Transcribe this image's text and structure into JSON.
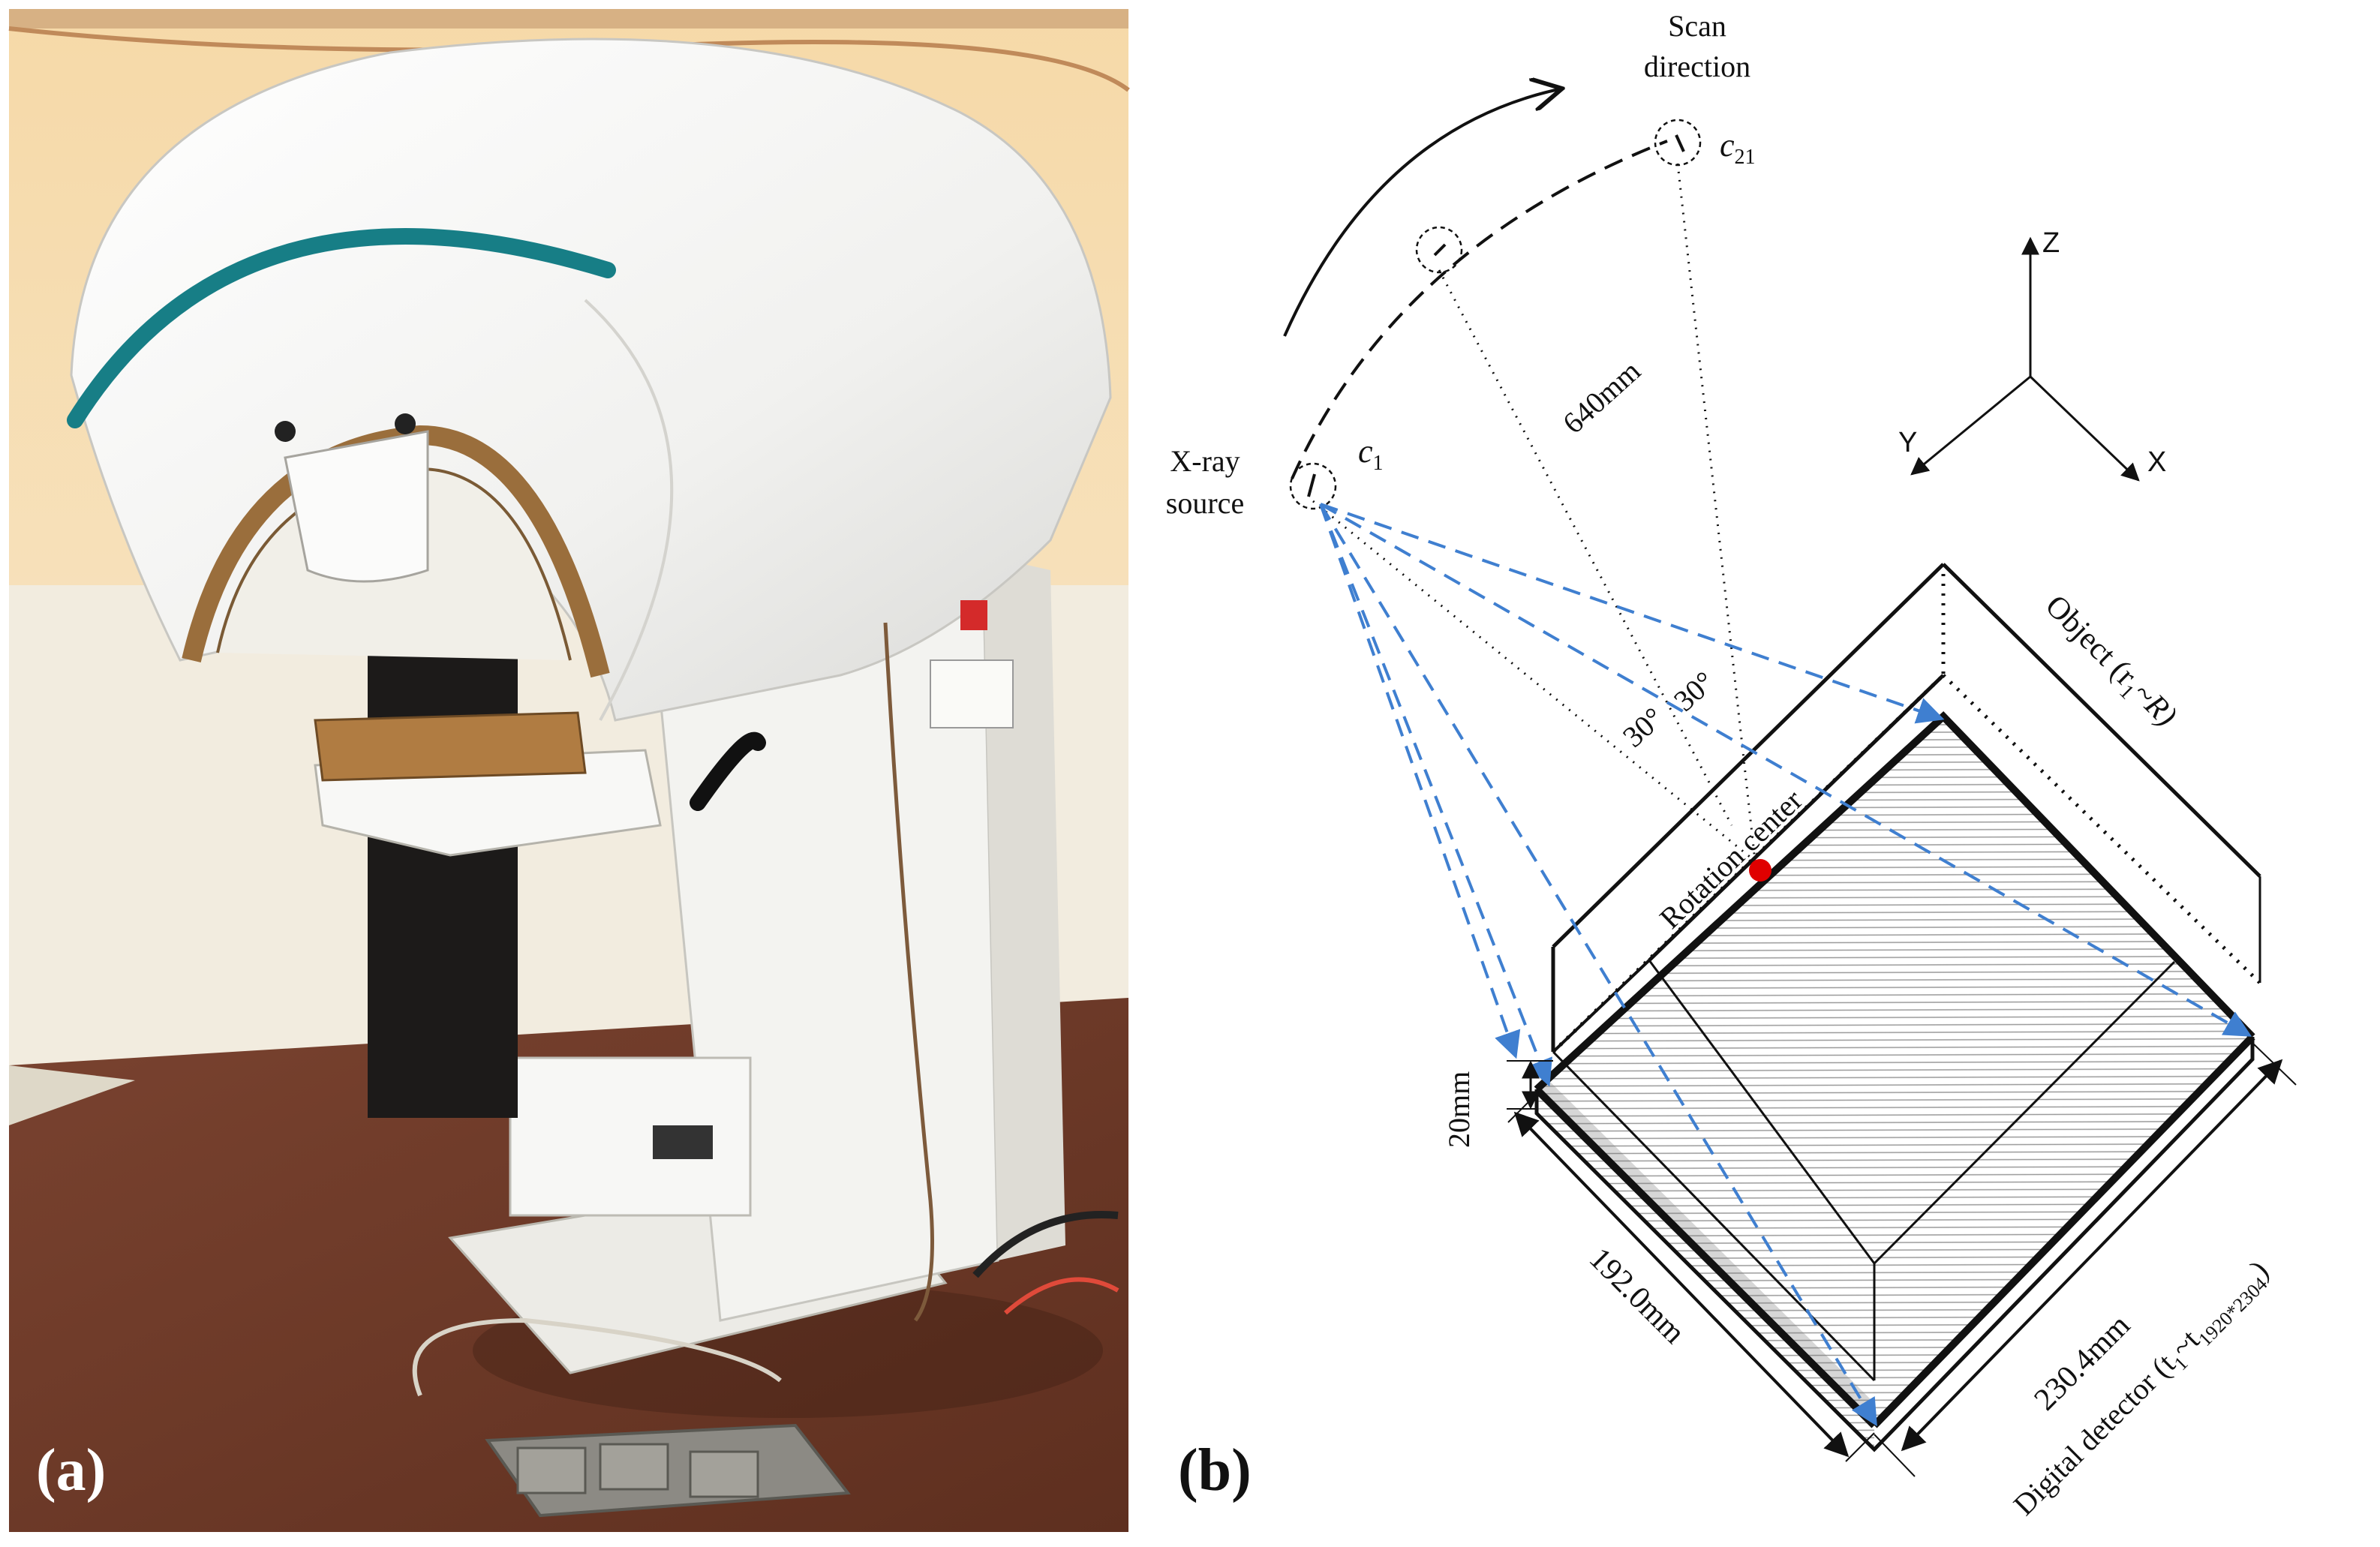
{
  "panel_a": {
    "label": "(a)"
  },
  "panel_b": {
    "label": "(b)",
    "scan_direction_line1": "Scan",
    "scan_direction_line2": "direction",
    "source_c1": "c",
    "source_c1_sub": "1",
    "source_c21": "c",
    "source_c21_sub": "21",
    "xray_source_line1": "X-ray",
    "xray_source_line2": "source",
    "distance": "640mm",
    "angle_left": "30°",
    "angle_right": "30°",
    "rotation_center": "Rotation center",
    "object_label": "Object  (r",
    "object_sub": "1",
    "object_tail": "~R)",
    "thickness": "20mm",
    "width_192": "192.0mm",
    "width_230": "230.4mm",
    "detector_label": "Digital detector  (t",
    "detector_sub1": "1",
    "detector_mid": "~t",
    "detector_sub2": "1920*2304",
    "detector_tail": ")",
    "axis_z": "Z",
    "axis_y": "Y",
    "axis_x": "X"
  },
  "colors": {
    "ray_blue": "#3f7fd0",
    "rotation_center_red": "#e00000",
    "wall_cream": "#f3dcb6",
    "carpet": "#6e3a26",
    "machine_white": "#f4f4f2",
    "accent_teal": "#177e86",
    "wood_arc": "#9a6e3c"
  }
}
